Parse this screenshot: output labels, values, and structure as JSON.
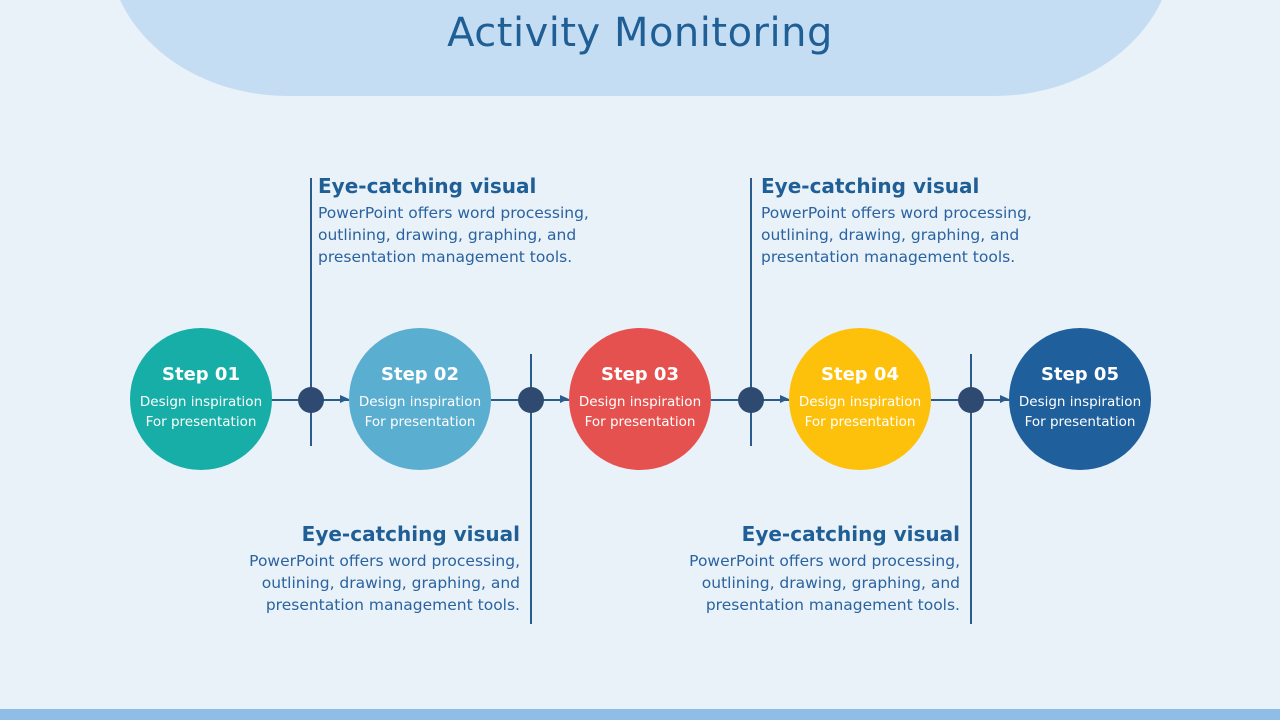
{
  "title": "Activity Monitoring",
  "steps": [
    {
      "label": "Step 01",
      "desc": "Design inspiration For presentation",
      "color": "#16aea6"
    },
    {
      "label": "Step 02",
      "desc": "Design inspiration For presentation",
      "color": "#5aaed0"
    },
    {
      "label": "Step 03",
      "desc": "Design inspiration For presentation",
      "color": "#e5514e"
    },
    {
      "label": "Step 04",
      "desc": "Design inspiration For presentation",
      "color": "#fdc10c"
    },
    {
      "label": "Step 05",
      "desc": "Design inspiration For presentation",
      "color": "#1e5f9c"
    }
  ],
  "callouts": [
    {
      "title": "Eye-catching visual",
      "l1": "PowerPoint offers word processing,",
      "l2": "outlining, drawing, graphing, and",
      "l3": "presentation management tools."
    },
    {
      "title": "Eye-catching visual",
      "l1": "PowerPoint offers word processing,",
      "l2": "outlining, drawing, graphing, and",
      "l3": "presentation management tools."
    },
    {
      "title": "Eye-catching visual",
      "l1": "PowerPoint offers word processing,",
      "l2": "outlining, drawing, graphing, and",
      "l3": "presentation management tools."
    },
    {
      "title": "Eye-catching visual",
      "l1": "PowerPoint offers word processing,",
      "l2": "outlining, drawing, graphing, and",
      "l3": "presentation management tools."
    }
  ]
}
